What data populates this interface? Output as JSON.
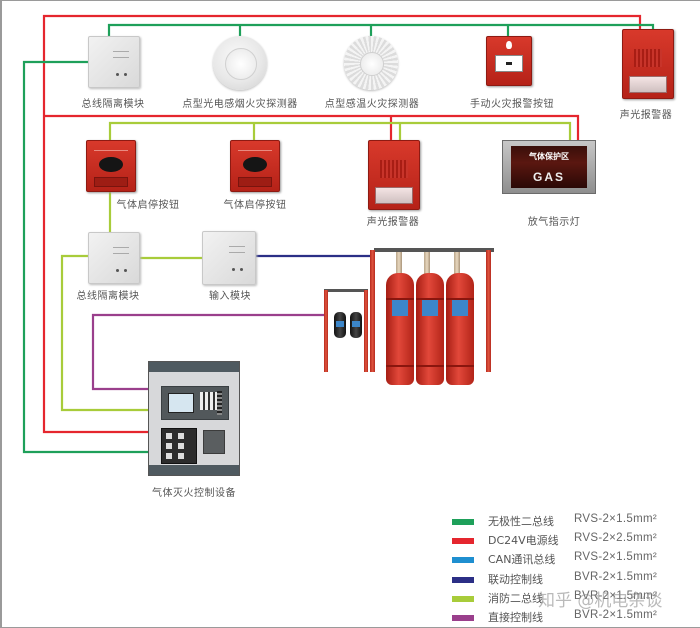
{
  "diagram": {
    "devices": {
      "bus_isolator_top": "总线隔离模块",
      "photo_smoke_detector": "点型光电感烟火灾探测器",
      "heat_detector": "点型感温火灾探测器",
      "manual_alarm_button": "手动火灾报警按钮",
      "sound_light_alarm_top": "声光报警器",
      "gas_start_stop_1": "气体启停按钮",
      "gas_start_stop_2": "气体启停按钮",
      "sound_light_alarm_mid": "声光报警器",
      "discharge_indicator": "放气指示灯",
      "bus_isolator_mid": "总线隔离模块",
      "input_module": "输入模块",
      "controller": "气体灭火控制设备"
    },
    "gas_sign": {
      "title": "气体保护区",
      "text": "GAS"
    },
    "legend": [
      {
        "name": "无极性二总线",
        "spec": "RVS-2×1.5mm²",
        "color": "#1ea05a"
      },
      {
        "name": "DC24V电源线",
        "spec": "RVS-2×2.5mm²",
        "color": "#e5262e"
      },
      {
        "name": "CAN通讯总线",
        "spec": "RVS-2×1.5mm²",
        "color": "#1f8fd0"
      },
      {
        "name": "联动控制线",
        "spec": "BVR-2×1.5mm²",
        "color": "#2b2f86"
      },
      {
        "name": "消防二总线",
        "spec": "BVR-2×1.5mm²",
        "color": "#a8cc3a"
      },
      {
        "name": "直接控制线",
        "spec": "BVR-2×1.5mm²",
        "color": "#9a3f8c"
      }
    ],
    "watermark": "知乎 @机电杂谈"
  }
}
